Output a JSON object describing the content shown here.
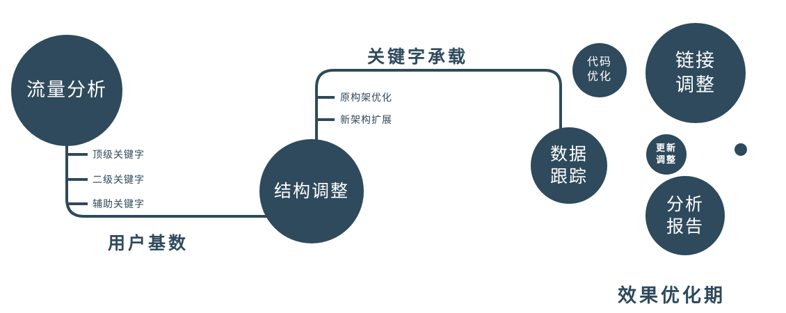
{
  "colors": {
    "primary": "#2e4a5c",
    "node_text": "#ffffff",
    "background": "#ffffff"
  },
  "nodes": {
    "traffic_analysis": {
      "label": "流量分析"
    },
    "structure_adjustment": {
      "label": "结构调整"
    },
    "data_tracking": {
      "line1": "数据",
      "line2": "跟踪"
    },
    "code_optimization": {
      "line1": "代码",
      "line2": "优化"
    },
    "link_adjustment": {
      "line1": "链接",
      "line2": "调整"
    },
    "update_adjustment": {
      "line1": "更新",
      "line2": "调整"
    },
    "analysis_report": {
      "line1": "分析",
      "line2": "报告"
    }
  },
  "branches": {
    "traffic": [
      "顶级关键字",
      "二级关键字",
      "辅助关键字"
    ],
    "structure": [
      "原构架优化",
      "新架构扩展"
    ]
  },
  "edges": {
    "user_base_label": "用户基数",
    "keyword_carry_label": "关键字承载"
  },
  "footer": {
    "label": "效果优化期"
  }
}
